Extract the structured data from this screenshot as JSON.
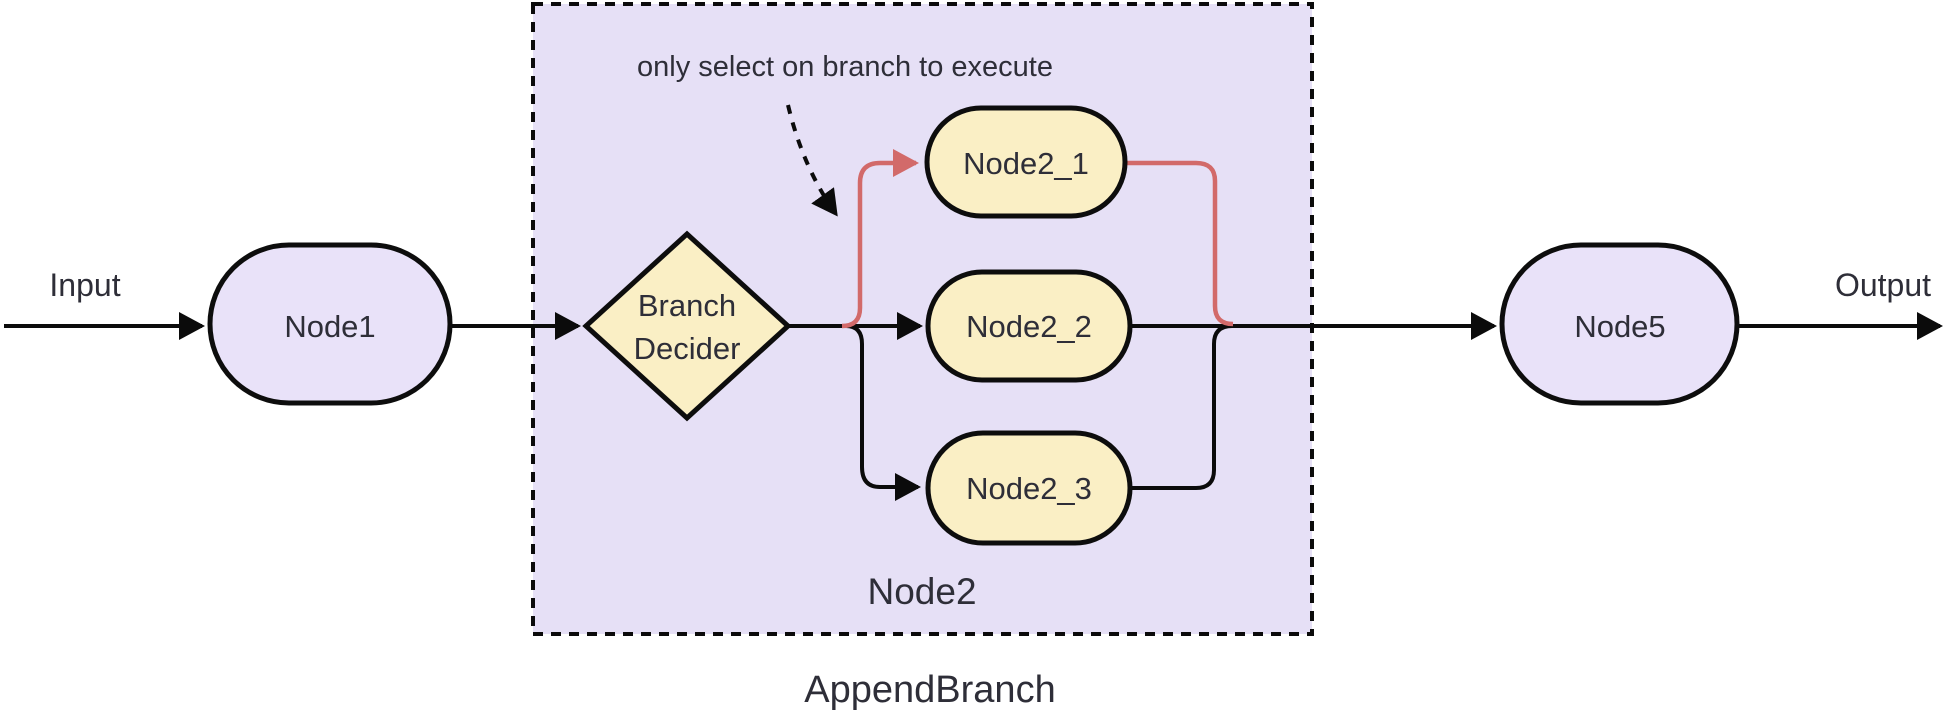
{
  "flow": {
    "input_label": "Input",
    "output_label": "Output",
    "node1_label": "Node1",
    "node5_label": "Node5",
    "decider_label_line1": "Branch",
    "decider_label_line2": "Decider"
  },
  "subgraph": {
    "title": "Node2",
    "caption": "AppendBranch",
    "annotation": "only select on branch to execute",
    "branch_nodes": [
      "Node2_1",
      "Node2_2",
      "Node2_3"
    ]
  },
  "colors": {
    "purple_node_fill": "#E9E2F9",
    "subgraph_fill": "#E6E0F6",
    "cream_node_fill": "#FAEFC5",
    "selected_branch_red": "#D26A6A",
    "edge_black": "#0b0b0b",
    "text": "#2E2E38"
  }
}
